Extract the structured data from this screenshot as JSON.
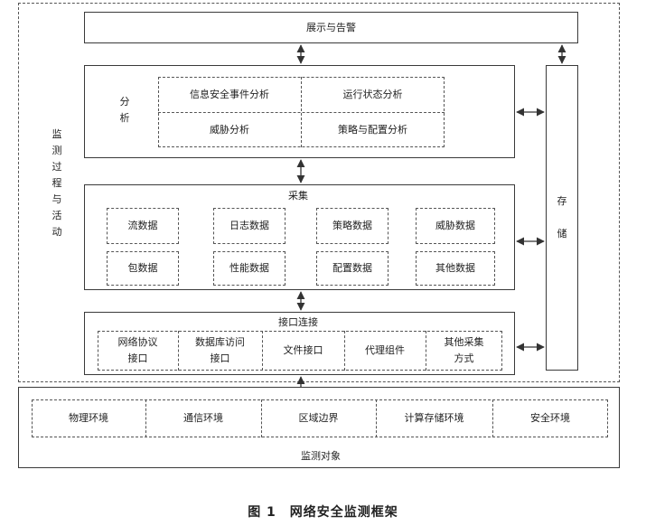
{
  "display": {
    "label": "展示与告警"
  },
  "analysis": {
    "label": "分\n析",
    "cells": [
      "信息安全事件分析",
      "运行状态分析",
      "威胁分析",
      "策略与配置分析"
    ]
  },
  "collection": {
    "label": "采集",
    "cells": [
      "流数据",
      "日志数据",
      "策略数据",
      "威胁数据",
      "包数据",
      "性能数据",
      "配置数据",
      "其他数据"
    ]
  },
  "interface": {
    "label": "接口连接",
    "cells": [
      "网络协议\n接口",
      "数据库访问\n接口",
      "文件接口",
      "代理组件",
      "其他采集\n方式"
    ]
  },
  "storage": {
    "label": "存\n\n储"
  },
  "process": {
    "label": "监\n测\n过\n程\n与\n活\n动"
  },
  "monitored": {
    "label": "监测对象",
    "cells": [
      "物理环境",
      "通信环境",
      "区域边界",
      "计算存储环境",
      "安全环境"
    ]
  },
  "caption": "图 1　网络安全监测框架"
}
